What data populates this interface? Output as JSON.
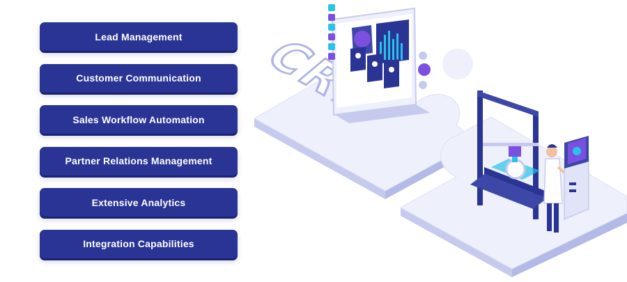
{
  "features": [
    {
      "label": "Lead Management"
    },
    {
      "label": "Customer Communication"
    },
    {
      "label": "Sales Workflow Automation"
    },
    {
      "label": "Partner Relations Management"
    },
    {
      "label": "Extensive Analytics"
    },
    {
      "label": "Integration Capabilities"
    }
  ],
  "illustration": {
    "crm_text": "CRM",
    "colors": {
      "brand_blue": "#2a3494",
      "puzzle_light": "#eef0fb",
      "puzzle_side": "#c6cbee",
      "accent_purple": "#7b4fe0",
      "accent_cyan": "#27c3e8"
    }
  }
}
